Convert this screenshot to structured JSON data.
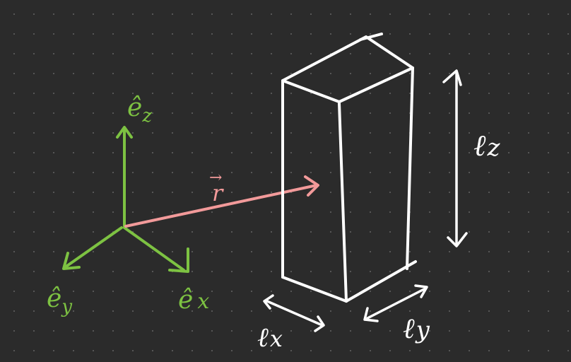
{
  "colors": {
    "background": "#2b2b2b",
    "grid_dots": "#5a5a5a",
    "basis_vectors": "#7dc242",
    "position_vector": "#f29a9a",
    "box": "#ffffff"
  },
  "labels": {
    "basis_z": "êz",
    "basis_y": "êy",
    "basis_x": "êx",
    "position_vector": "r⃗",
    "length_z": "lz",
    "length_x": "lx",
    "length_y": "ly"
  },
  "label_parts": {
    "basis_z": {
      "base": "ê",
      "sub": "z"
    },
    "basis_y": {
      "base": "ê",
      "sub": "y"
    },
    "basis_x": {
      "base": "ê",
      "sub": "x"
    },
    "position_vector": {
      "base": "r",
      "accent": "→"
    },
    "length_z": {
      "base": "ℓ",
      "sub": "z"
    },
    "length_x": {
      "base": "ℓ",
      "sub": "x"
    },
    "length_y": {
      "base": "ℓ",
      "sub": "y"
    }
  }
}
